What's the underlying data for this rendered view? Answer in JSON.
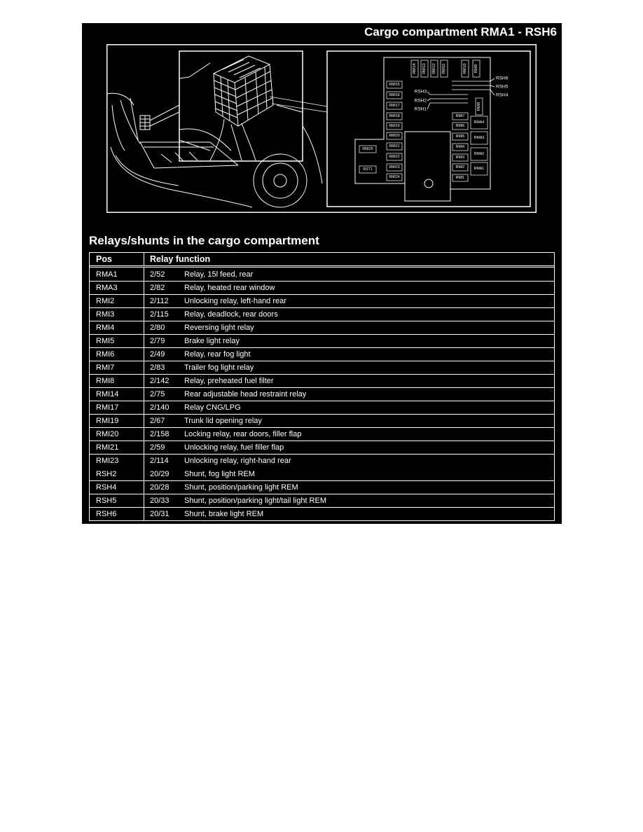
{
  "title": "Cargo compartment RMA1 - RSH6",
  "diagram": {
    "top_labels": [
      "RMI14",
      "RMI13",
      "RMI12",
      "RMI11",
      "RMI10",
      "RMI9"
    ],
    "side_label": "RMI8",
    "left_column": [
      "RMI15",
      "RMI16",
      "RMI17",
      "RMI18",
      "RMI19",
      "RMI20",
      "RMI21",
      "RMI22",
      "RMI23",
      "RMI24"
    ],
    "extension": [
      "RMI25",
      "RST1"
    ],
    "right_column": [
      "RMI7",
      "RMI6",
      "RMI5",
      "RMI4",
      "RMI3",
      "RMI2",
      "RMI1"
    ],
    "rma_column": [
      "RMA4",
      "RMA3",
      "RMA2",
      "RMA1"
    ],
    "shunts_right": [
      "RSH6",
      "RSH5",
      "RSH4"
    ],
    "shunts_left": [
      "RSH3",
      "RSH2",
      "RSH1"
    ]
  },
  "section_heading": "Relays/shunts in the cargo compartment",
  "table": {
    "headers": {
      "pos": "Pos",
      "function": "Relay function"
    },
    "rows": [
      {
        "pos": "RMA1",
        "code": "2/52",
        "desc": "Relay, 15l feed, rear"
      },
      {
        "pos": "RMA3",
        "code": "2/82",
        "desc": "Relay, heated rear window"
      },
      {
        "pos": "RMI2",
        "code": "2/112",
        "desc": "Unlocking relay, left-hand rear"
      },
      {
        "pos": "RMI3",
        "code": "2/115",
        "desc": "Relay, deadlock, rear doors"
      },
      {
        "pos": "RMI4",
        "code": "2/80",
        "desc": "Reversing light relay"
      },
      {
        "pos": "RMI5",
        "code": "2/79",
        "desc": "Brake light relay"
      },
      {
        "pos": "RMI6",
        "code": "2/49",
        "desc": "Relay, rear fog light"
      },
      {
        "pos": "RMI7",
        "code": "2/83",
        "desc": "Trailer fog light relay"
      },
      {
        "pos": "RMI8",
        "code": "2/142",
        "desc": "Relay, preheated fuel filter"
      },
      {
        "pos": "RMI14",
        "code": "2/75",
        "desc": "Rear adjustable head restraint relay"
      },
      {
        "pos": "RMI17",
        "code": "2/140",
        "desc": "Relay CNG/LPG"
      },
      {
        "pos": "RMI19",
        "code": "2/67",
        "desc": "Trunk lid opening relay"
      },
      {
        "pos": "RMI20",
        "code": "2/158",
        "desc": "Locking relay, rear doors, filler flap"
      },
      {
        "pos": "RMI21",
        "code": "2/59",
        "desc": "Unlocking relay, fuel filler flap"
      },
      {
        "pos": "RMI23",
        "code": "2/114",
        "desc": "Unlocking relay, right-hand rear"
      },
      {
        "pos": "RSH2",
        "code": "20/29",
        "desc": "Shunt, fog light REM"
      },
      {
        "pos": "RSH4",
        "code": "20/28",
        "desc": "Shunt, position/parking light REM"
      },
      {
        "pos": "RSH5",
        "code": "20/33",
        "desc": "Shunt, position/parking light/tail light REM"
      },
      {
        "pos": "RSH6",
        "code": "20/31",
        "desc": "Shunt, brake light REM"
      }
    ]
  },
  "colors": {
    "page": "#ffffff",
    "panel": "#000000",
    "foreground": "#ffffff"
  }
}
